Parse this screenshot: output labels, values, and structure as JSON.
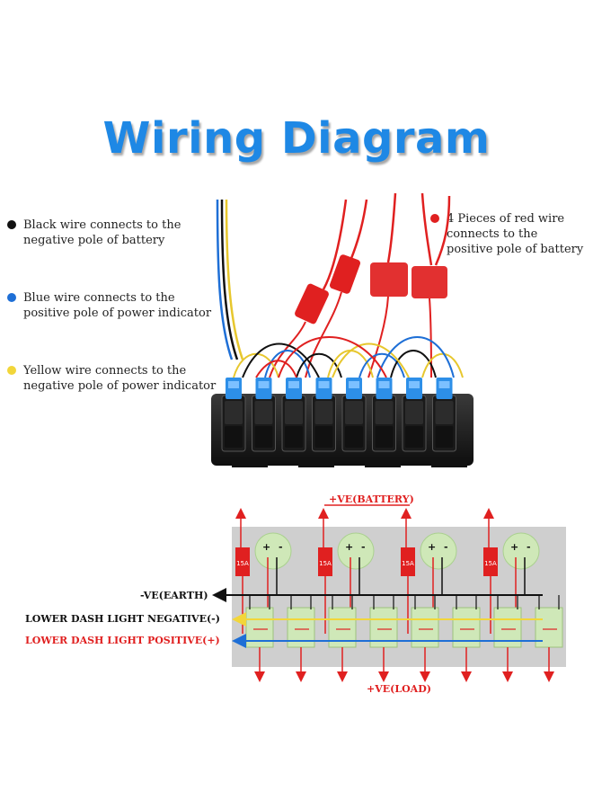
{
  "title": "Wiring Diagram",
  "legend": [
    {
      "text_line1": "Black wire connects to the",
      "text_line2": "negative pole of battery",
      "color": "#111111"
    },
    {
      "text_line1": "Blue wire connects to the",
      "text_line2": "positive pole of power indicator",
      "color": "#1e6fd6"
    },
    {
      "text_line1": "Yellow wire connects to the",
      "text_line2": "negative pole of power indicator",
      "color": "#f2d63a"
    },
    {
      "text_line1": "4 Pieces of red wire",
      "text_line2": "connects to the",
      "text_line3": "positive pole of battery",
      "color": "#e02020"
    }
  ],
  "schematic": {
    "battery_label": "+VE(BATTERY)",
    "load_label": "+VE(LOAD)",
    "earth_label": "-VE(EARTH)",
    "neg_label": "LOWER DASH LIGHT NEGATIVE(-)",
    "pos_label": "LOWER DASH LIGHT POSITIVE(+)",
    "fuse_label": "15A",
    "plus_sign": "+",
    "minus_sign": "-",
    "colors": {
      "red": "#e02020",
      "black": "#111111",
      "yellow": "#f2d63a",
      "blue": "#1e6fd6",
      "panel": "#cfcfcf",
      "green": "#cfe8b8"
    }
  }
}
